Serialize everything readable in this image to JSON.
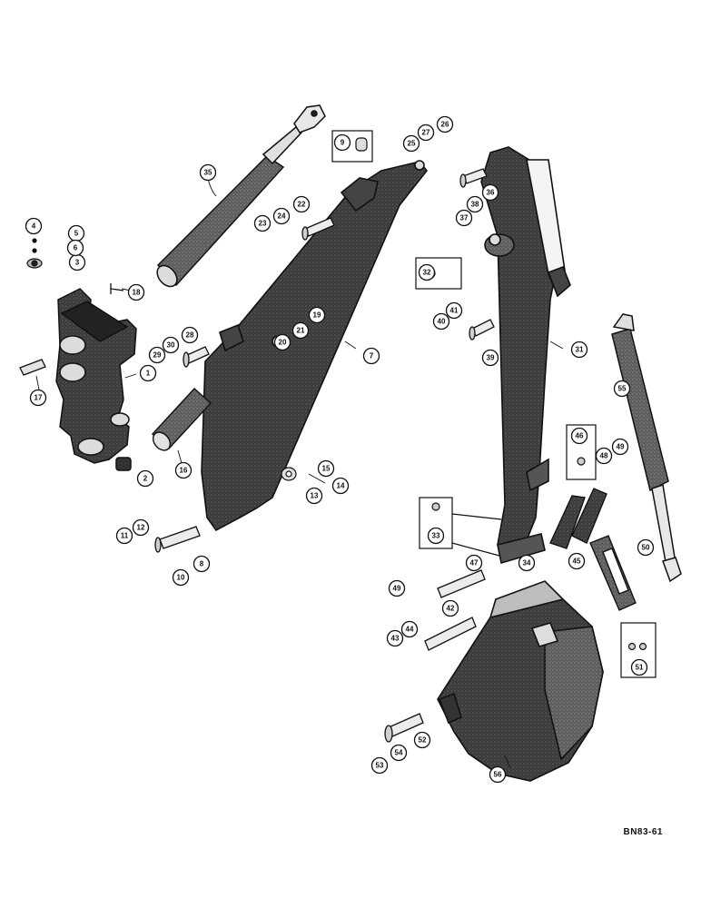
{
  "drawing_code": "BN83-61",
  "callouts": [
    {
      "id": "1",
      "label": "1"
    },
    {
      "id": "2",
      "label": "2"
    },
    {
      "id": "3",
      "label": "3"
    },
    {
      "id": "4",
      "label": "4"
    },
    {
      "id": "5",
      "label": "5"
    },
    {
      "id": "6",
      "label": "6"
    },
    {
      "id": "7",
      "label": "7"
    },
    {
      "id": "8",
      "label": "8"
    },
    {
      "id": "9",
      "label": "9"
    },
    {
      "id": "10",
      "label": "10"
    },
    {
      "id": "11",
      "label": "11"
    },
    {
      "id": "12",
      "label": "12"
    },
    {
      "id": "13",
      "label": "13"
    },
    {
      "id": "14",
      "label": "14"
    },
    {
      "id": "15",
      "label": "15"
    },
    {
      "id": "16",
      "label": "16"
    },
    {
      "id": "17",
      "label": "17"
    },
    {
      "id": "18",
      "label": "18"
    },
    {
      "id": "19",
      "label": "19"
    },
    {
      "id": "20",
      "label": "20"
    },
    {
      "id": "21",
      "label": "21"
    },
    {
      "id": "22",
      "label": "22"
    },
    {
      "id": "23",
      "label": "23"
    },
    {
      "id": "24",
      "label": "24"
    },
    {
      "id": "25",
      "label": "25"
    },
    {
      "id": "26",
      "label": "26"
    },
    {
      "id": "27",
      "label": "27"
    },
    {
      "id": "28",
      "label": "28"
    },
    {
      "id": "29",
      "label": "29"
    },
    {
      "id": "30",
      "label": "30"
    },
    {
      "id": "31",
      "label": "31"
    },
    {
      "id": "32",
      "label": "32"
    },
    {
      "id": "33",
      "label": "33"
    },
    {
      "id": "34",
      "label": "34"
    },
    {
      "id": "35",
      "label": "35"
    },
    {
      "id": "36",
      "label": "36"
    },
    {
      "id": "37",
      "label": "37"
    },
    {
      "id": "38",
      "label": "38"
    },
    {
      "id": "39",
      "label": "39"
    },
    {
      "id": "40",
      "label": "40"
    },
    {
      "id": "41",
      "label": "41"
    },
    {
      "id": "42",
      "label": "42"
    },
    {
      "id": "43",
      "label": "43"
    },
    {
      "id": "44",
      "label": "44"
    },
    {
      "id": "45",
      "label": "45"
    },
    {
      "id": "46",
      "label": "46"
    },
    {
      "id": "47",
      "label": "47"
    },
    {
      "id": "48",
      "label": "48"
    },
    {
      "id": "49",
      "label": "49"
    },
    {
      "id": "49b",
      "label": "49"
    },
    {
      "id": "50",
      "label": "50"
    },
    {
      "id": "51",
      "label": "51"
    },
    {
      "id": "52",
      "label": "52"
    },
    {
      "id": "53",
      "label": "53"
    },
    {
      "id": "54",
      "label": "54"
    },
    {
      "id": "55",
      "label": "55"
    },
    {
      "id": "56",
      "label": "56"
    }
  ]
}
